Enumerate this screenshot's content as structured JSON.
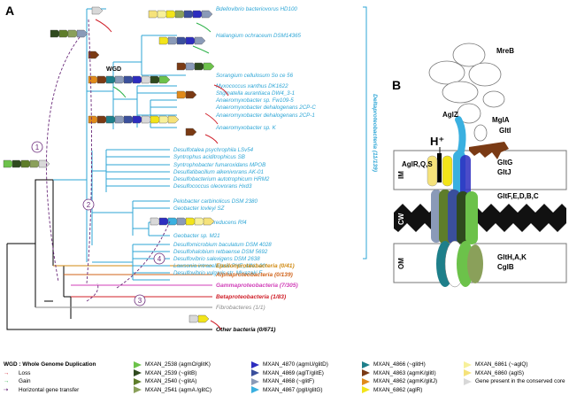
{
  "panel_a_label": "A",
  "panel_b_label": "B",
  "wgd_label": "WGD",
  "deltaproteobacteria_label": "Deltaproteobacteria (11/139)",
  "leaves": [
    "Bdellovibrio bacteriovorus HD100",
    "Haliangium ochraceum DSM14365",
    "Sorangium cellulosum So ce 56",
    "Myxococcus xanthus DK1622",
    "Stigmatella aurantiaca DW4_3-1",
    "Anaeromyxobacter sp. Fw109-5",
    "Anaeromyxobacter dehalogenans 2CP-C",
    "Anaeromyxobacter dehalogenans 2CP-1",
    "Anaeromyxobacter sp. K",
    "Desulfotalea psychrophila LSv54",
    "Syntrophus aciditrophicus SB",
    "Syntrophobacter fumaroxidans MPOB",
    "Desulfatibacillum alkenivorans AK-01",
    "Desulfobacterium autotrophicum HRM2",
    "Desulfococcus oleovorans Hxd3",
    "Pelobacter carbinolicus DSM 2380",
    "Geobacter lovleyi SZ",
    "Geobacter uraniireducens Rf4",
    "Geobacter sp. M21",
    "Desulfomicrobium baculatum DSM 4028",
    "Desulfohalobium retbaense DSM 5692",
    "Desulfovibrio salexigens DSM 2638",
    "Lawsonia intracellularis PHE_MN1-00",
    "Desulfovibrio vulgaris str. Miyazaki F"
  ],
  "groups": [
    {
      "label": "Epsilonproteobacteria (0/41)",
      "color": "#d08a12"
    },
    {
      "label": "Alphaproteobacteria (0/139)",
      "color": "#d0631a"
    },
    {
      "label": "Gammaproteobacteria (7/305)",
      "color": "#d03fb8"
    },
    {
      "label": "Betaproteobacteria (1/83)",
      "color": "#d0202a"
    },
    {
      "label": "Fibrobacteres (1/1)",
      "color": "#8a8a8a"
    },
    {
      "label": "Other bacteria (0/671)",
      "color": "#000000"
    }
  ],
  "event_labels": [
    "1",
    "2",
    "3",
    "4"
  ],
  "legend": {
    "wgd_text": "WGD : Whole Genome Duplication",
    "loss": "Loss",
    "gain": "Gain",
    "hgt": "Horizontal gene transfer",
    "genes": [
      {
        "label": "MXAN_2538 (agmO/glitK)",
        "color": "#6cc24a"
      },
      {
        "label": "MXAN_2539 (~glitB)",
        "color": "#2f4a1e"
      },
      {
        "label": "MXAN_2540 (~glitA)",
        "color": "#5e7d2a"
      },
      {
        "label": "MXAN_2541 (agmA /glitC)",
        "color": "#8aa05a"
      },
      {
        "label": "MXAN_4870 (agmU/glitD)",
        "color": "#2d2dbf"
      },
      {
        "label": "MXAN_4869 (aglT/glitE)",
        "color": "#3a4f9c"
      },
      {
        "label": "MXAN_4868 (~glitF)",
        "color": "#8a9ab8"
      },
      {
        "label": "MXAN_4867 (pglI/glitG)",
        "color": "#3ab0e0"
      },
      {
        "label": "MXAN_4866 (~glitH)",
        "color": "#1e7f8a"
      },
      {
        "label": "MXAN_4863 (agmK/glitI)",
        "color": "#7a3a14"
      },
      {
        "label": "MXAN_4862 (agmK/glitJ)",
        "color": "#e08a1a"
      },
      {
        "label": "MXAN_6862 (aglR)",
        "color": "#f2e41a"
      },
      {
        "label": "MXAN_6861 (~aglQ)",
        "color": "#f7f09a"
      },
      {
        "label": "MXAN_6860 (aglS)",
        "color": "#f5e27a"
      },
      {
        "label": "Gene present in the conserved core",
        "color": "#d8d8d8"
      }
    ]
  },
  "panel_b": {
    "mreb": "MreB",
    "aglz": "AglZ",
    "mgla": "MglA",
    "glti": "GltI",
    "hplus": "H⁺",
    "aglrqs": "AglR,Q,S",
    "im": "IM",
    "cw": "CW",
    "om": "OM",
    "gltg": "GltG",
    "gltj": "GltJ",
    "gltfedbc": "GltF,E,D,B,C",
    "glthak": "GltH,A,K",
    "cglb": "CglB"
  }
}
